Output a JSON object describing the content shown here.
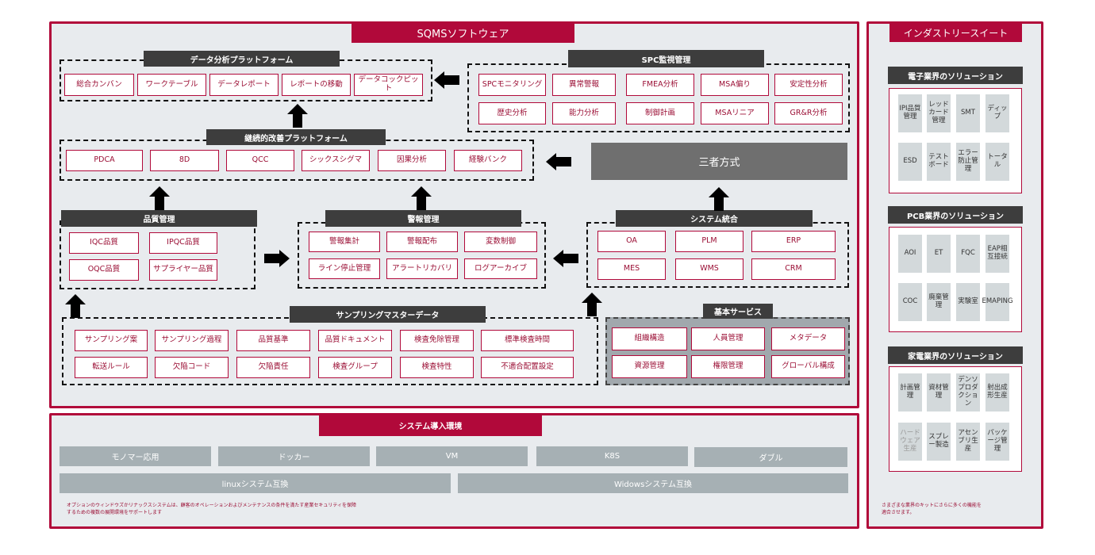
{
  "main": {
    "title": "SQMSソフトウェア",
    "data_platform": {
      "title": "データ分析プラットフォーム",
      "items": [
        "総合カンバン",
        "ワークテーブル",
        "データレポート",
        "レポートの移動",
        "データコックピット"
      ]
    },
    "spc": {
      "title": "SPC監視管理",
      "row1": [
        "SPCモニタリング",
        "異常警報",
        "FMEA分析",
        "MSA偏り",
        "安定性分析"
      ],
      "row2": [
        "歴史分析",
        "能力分析",
        "制御計画",
        "MSAリニア",
        "GR&R分析"
      ]
    },
    "kaizen": {
      "title": "継続的改善プラットフォーム",
      "items": [
        "PDCA",
        "8D",
        "QCC",
        "シックスシグマ",
        "因果分析",
        "経験バンク"
      ]
    },
    "third_party": "三者方式",
    "quality": {
      "title": "品質管理",
      "items": [
        "IQC品質",
        "IPQC品質",
        "OQC品質",
        "サプライヤー品質"
      ]
    },
    "alarm": {
      "title": "警報管理",
      "row1": [
        "警報集計",
        "警報配布",
        "変数制御"
      ],
      "row2": [
        "ライン停止管理",
        "アラートリカバリ",
        "ログアーカイブ"
      ]
    },
    "integration": {
      "title": "システム統合",
      "row1": [
        "OA",
        "PLM",
        "ERP"
      ],
      "row2": [
        "MES",
        "WMS",
        "CRM"
      ]
    },
    "sampling": {
      "title": "サンプリングマスターデータ",
      "row1": [
        "サンプリング案",
        "サンプリング過程",
        "品質基準",
        "品質ドキュメント",
        "検査免除管理",
        "標準検査時間"
      ],
      "row2": [
        "転送ルール",
        "欠陥コード",
        "欠陥責任",
        "検査グループ",
        "検査特性",
        "不適合配置設定"
      ]
    },
    "basic": {
      "title": "基本サービス",
      "row1": [
        "組織構造",
        "人員管理",
        "メタデータ"
      ],
      "row2": [
        "資源管理",
        "権限管理",
        "グローバル構成"
      ]
    }
  },
  "env": {
    "title": "システム導入環境",
    "row1": [
      "モノマー応用",
      "ドッカー",
      "VM",
      "K8S",
      "ダブル"
    ],
    "row2": [
      "linuxシステム互換",
      "Widowsシステム互換"
    ],
    "note_line1": "オプションのウィンドウズかリナックスシステムは、顧客のオペレーションおよびメンテナンスの条件を満たす産業セキュリティを保障",
    "note_line2": "するための複数の展開環境をサポートします"
  },
  "industry": {
    "title": "インダストリースイート",
    "electronics": {
      "title": "電子業界のソリューション",
      "row1": [
        "IPI品質管理",
        "レッドカード管理",
        "SMT",
        "ディップ"
      ],
      "row2": [
        "ESD",
        "テストボード",
        "エラー防止管理",
        "トータル"
      ]
    },
    "pcb": {
      "title": "PCB業界のソリューション",
      "row1": [
        "AOI",
        "ET",
        "FQC",
        "EAP相互接続"
      ],
      "row2": [
        "COC",
        "廃棄管理",
        "実験室",
        "EMAPING"
      ]
    },
    "appliance": {
      "title": "家電業界のソリューション",
      "row1": [
        "計画管理",
        "資材管理",
        "デンソプロダクション",
        "射出成形生産"
      ],
      "row2": [
        "ハードウェア生産",
        "スプレー製造",
        "アセンブリ生産",
        "パッケージ管理"
      ]
    },
    "note_line1": "さまざまな業界のキットにさらに多くの機能を",
    "note_line2": "適合させます。"
  },
  "colors": {
    "accent": "#b1093a",
    "dark_header": "#3d3d3d",
    "panel_bg": "#e8ebee",
    "gray_box": "#a6b0b4"
  }
}
